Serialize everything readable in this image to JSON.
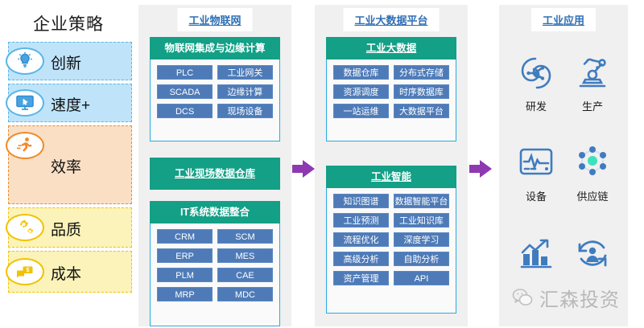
{
  "strategy": {
    "title": "企业策略",
    "items": [
      {
        "label": "创新",
        "icon": "lightbulb-icon",
        "color": "#bfe4fa",
        "border": "#59b6e8"
      },
      {
        "label": "速度+",
        "icon": "monitor-icon",
        "color": "#bfe4fa",
        "border": "#59b6e8"
      },
      {
        "label": "效率",
        "icon": "running-person-icon",
        "color": "#fadfc4",
        "border": "#f08a2a"
      },
      {
        "label": "品质",
        "icon": "gears-icon",
        "color": "#fbf3b9",
        "border": "#f2c200"
      },
      {
        "label": "成本",
        "icon": "money-icon",
        "color": "#fbf3b9",
        "border": "#f2c200"
      }
    ]
  },
  "iiot": {
    "tab": "工业物联网",
    "groups": [
      {
        "heading": "物联网集成与边缘计算",
        "tiles": [
          "PLC",
          "工业网关",
          "SCADA",
          "边缘计算",
          "DCS",
          "现场设备"
        ]
      },
      {
        "heading": "工业现场数据仓库",
        "tiles": []
      },
      {
        "heading": "IT系统数据整合",
        "tiles": [
          "CRM",
          "SCM",
          "ERP",
          "MES",
          "PLM",
          "CAE",
          "MRP",
          "MDC"
        ]
      }
    ]
  },
  "bigdata": {
    "tab": "工业大数据平台",
    "groups": [
      {
        "heading": "工业大数据",
        "tiles": [
          "数据仓库",
          "分布式存储",
          "资源调度",
          "时序数据库",
          "一站运维",
          "大数据平台"
        ]
      },
      {
        "heading": "工业智能",
        "tiles": [
          "知识图谱",
          "数据智能平台",
          "工业预测",
          "工业知识库",
          "流程优化",
          "深度学习",
          "高级分析",
          "自助分析",
          "资产管理",
          "API"
        ]
      }
    ]
  },
  "apps": {
    "tab": "工业应用",
    "items": [
      {
        "label": "研发",
        "icon": "cloud-network-icon"
      },
      {
        "label": "生产",
        "icon": "robot-arm-icon"
      },
      {
        "label": "设备",
        "icon": "monitor-pulse-icon"
      },
      {
        "label": "供应链",
        "icon": "supply-chain-nodes-icon"
      },
      {
        "label": "",
        "icon": "growth-chart-icon"
      },
      {
        "label": "",
        "icon": "person-cycle-icon"
      }
    ]
  },
  "watermark": {
    "text": "汇森投资",
    "icon": "wechat-icon"
  },
  "colors": {
    "teal": "#13a086",
    "tile_blue": "#4e7bb8",
    "panel_gray": "#f0f0f0",
    "tab_blue": "#2f6fb5",
    "arrow_purple": "#8e39b0",
    "border_cyan": "#29abe2"
  }
}
